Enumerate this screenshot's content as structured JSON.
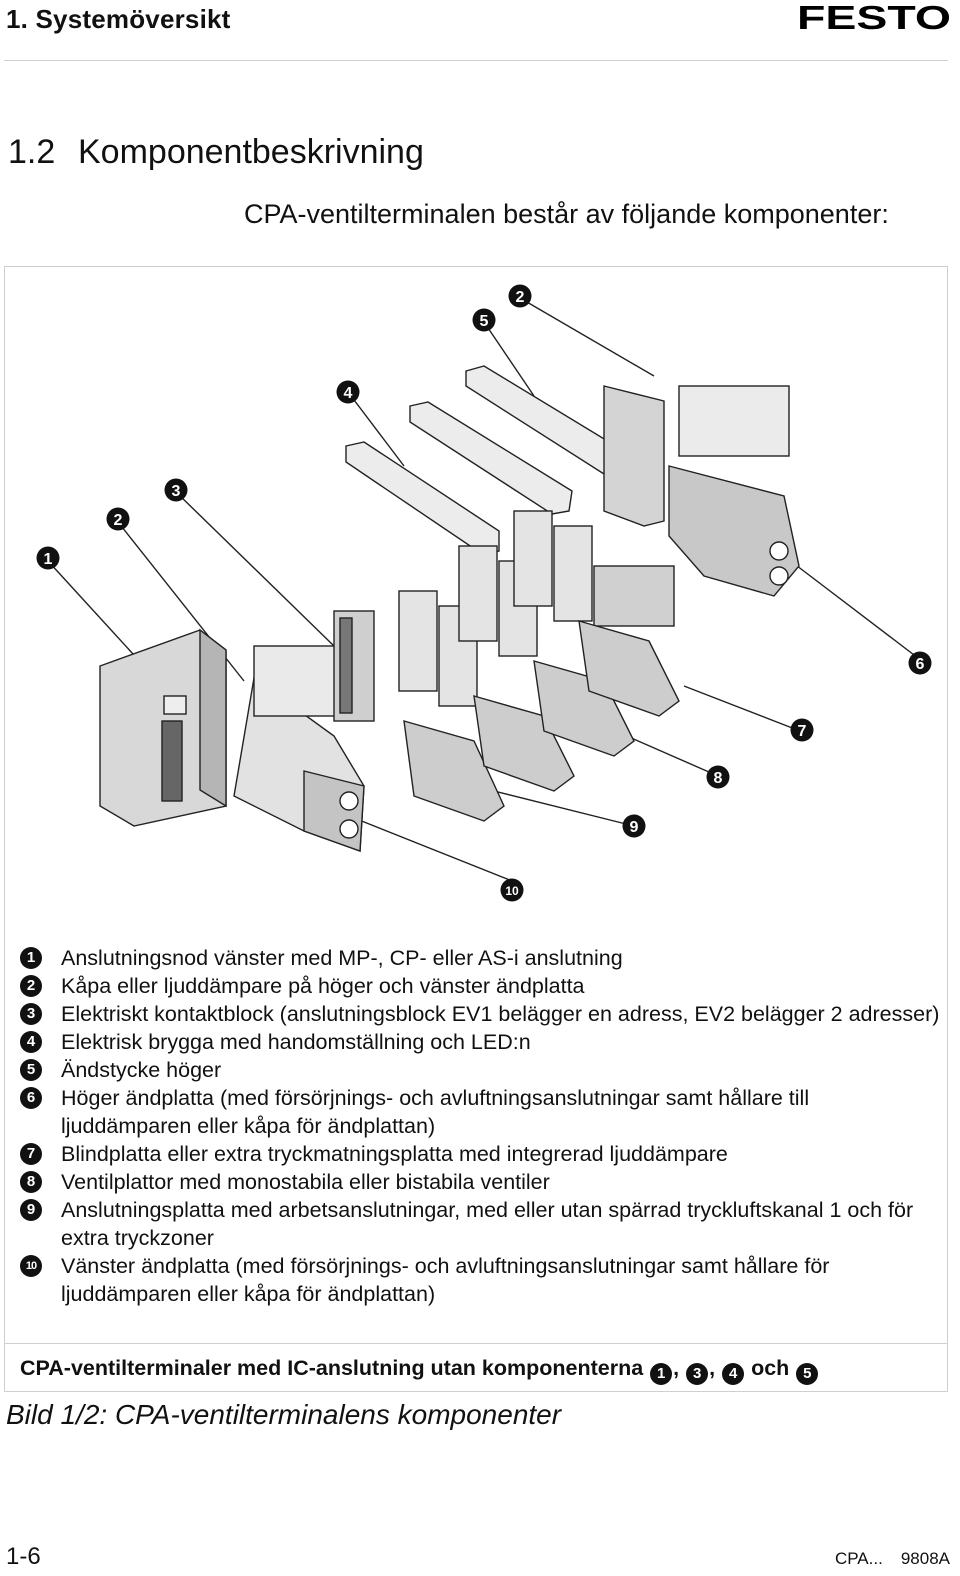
{
  "header": {
    "chapter_title": "1. Systemöversikt",
    "logo_text": "FESTO"
  },
  "section": {
    "number": "1.2",
    "title": "Komponentbeskrivning"
  },
  "intro": "CPA-ventilterminalen består av följande komponenter:",
  "diagram": {
    "callouts": [
      "1",
      "2",
      "3",
      "4",
      "5",
      "6",
      "7",
      "8",
      "9",
      "10"
    ]
  },
  "legend": [
    {
      "marker": "1",
      "text": "Anslutningsnod vänster med MP-, CP- eller AS-i anslutning"
    },
    {
      "marker": "2",
      "text": "Kåpa eller ljuddämpare på höger och vänster ändplatta"
    },
    {
      "marker": "3",
      "text": "Elektriskt kontaktblock (anslutningsblock EV1 belägger en adress, EV2 belägger 2 adresser)"
    },
    {
      "marker": "4",
      "text": "Elektrisk brygga med handomställning och LED:n"
    },
    {
      "marker": "5",
      "text": "Ändstycke höger"
    },
    {
      "marker": "6",
      "text": "Höger ändplatta (med försörjnings- och avluftningsanslutningar samt hållare till ljuddämparen eller kåpa för ändplattan)"
    },
    {
      "marker": "7",
      "text": "Blindplatta eller extra tryckmatningsplatta med integrerad ljuddämpare"
    },
    {
      "marker": "8",
      "text": "Ventilplattor med monostabila eller bistabila ventiler"
    },
    {
      "marker": "9",
      "text": "Anslutningsplatta med arbetsanslutningar, med eller utan spärrad tryckluftskanal 1 och för extra tryckzoner"
    },
    {
      "marker": "10",
      "text": "Vänster ändplatta (med försörjnings- och avluftningsanslutningar samt hållare för ljuddämparen eller kåpa för ändplattan)"
    }
  ],
  "note": {
    "prefix": "CPA-ventilterminaler med IC-anslutning utan komponenterna",
    "markers": [
      "1",
      "3",
      "4",
      "5"
    ],
    "sep1": ",",
    "sep2": ",",
    "conj": "och"
  },
  "caption": "Bild 1/2: CPA-ventilterminalens komponenter",
  "footer": {
    "page": "1-6",
    "doc": "CPA...",
    "code": "9808A"
  }
}
